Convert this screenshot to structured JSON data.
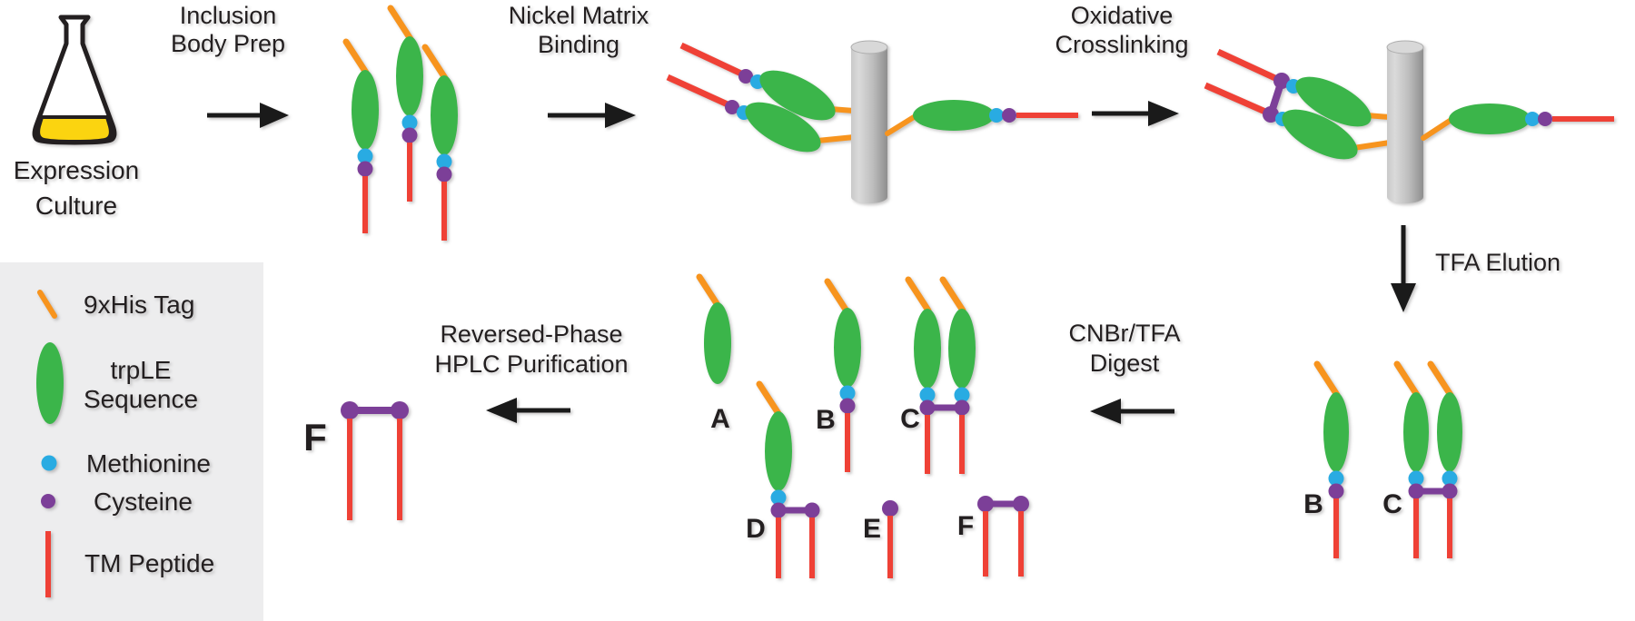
{
  "colors": {
    "his_tag": "#F7941E",
    "trple": "#3BB54A",
    "methionine": "#29ABE2",
    "cysteine": "#7C3F98",
    "tm_peptide": "#EF4136",
    "flask_liquid": "#FBD410",
    "matrix_gray": "#B9B9B9",
    "legend_bg": "#EDEDEE",
    "text": "#231F20",
    "arrow": "#1A1A1A",
    "outline": "#231F20"
  },
  "steps": {
    "expression_1": "Expression",
    "expression_2": "Culture",
    "inclusion_1": "Inclusion",
    "inclusion_2": "Body Prep",
    "nickel_1": "Nickel Matrix",
    "nickel_2": "Binding",
    "oxidative_1": "Oxidative",
    "oxidative_2": "Crosslinking",
    "tfa": "TFA Elution",
    "cnbr_1": "CNBr/TFA",
    "cnbr_2": "Digest",
    "hplc_1": "Reversed-Phase",
    "hplc_2": "HPLC Purification"
  },
  "legend": {
    "his_label": "9xHis Tag",
    "trple_label_1": "trpLE",
    "trple_label_2": "Sequence",
    "met_label": "Methionine",
    "cys_label": "Cysteine",
    "tm_label": "TM Peptide"
  },
  "species": {
    "eluate_b": "B",
    "eluate_c": "C",
    "digest_a": "A",
    "digest_b": "B",
    "digest_c": "C",
    "digest_d": "D",
    "digest_e": "E",
    "digest_f": "F",
    "final_f": "F"
  }
}
